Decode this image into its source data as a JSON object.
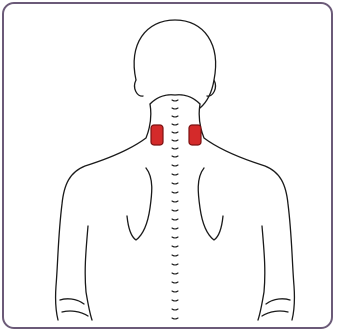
{
  "diagram": {
    "subject": "back-of-neck-and-shoulders",
    "colors": {
      "frame": "#6b5a78",
      "outline": "#1a1a1a",
      "pad_fill": "#d42a2a",
      "pad_stroke": "#7a1010"
    },
    "pads": [
      {
        "side": "left"
      },
      {
        "side": "right"
      }
    ]
  }
}
